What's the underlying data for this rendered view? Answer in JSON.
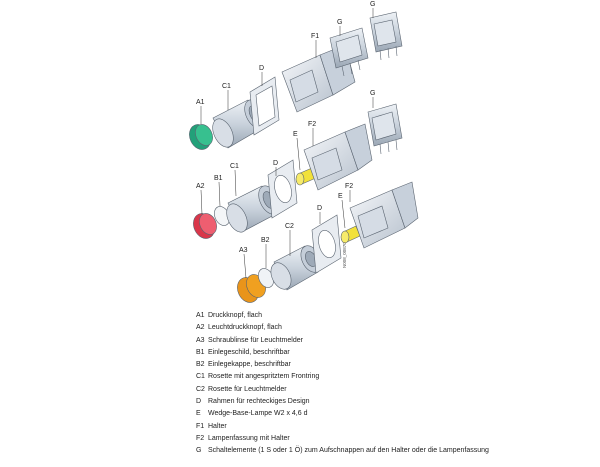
{
  "callouts": {
    "A1": "A1",
    "A2": "A2",
    "A3": "A3",
    "B1": "B1",
    "B2": "B2",
    "C1_top": "C1",
    "C1_mid": "C1",
    "C2": "C2",
    "D_top": "D",
    "D_mid": "D",
    "D_bot": "D",
    "E_mid": "E",
    "E_bot": "E",
    "F1": "F1",
    "F2_mid": "F2",
    "F2_bot": "F2",
    "G_top1": "G",
    "G_top2": "G",
    "G_mid": "G"
  },
  "vertical_code": "N008_00870",
  "colors": {
    "green_button": "#22a079",
    "red_button": "#d9364a",
    "orange_lens": "#f0a020",
    "lamp_yellow": "#f2e13a",
    "line_gray": "#5a6470"
  },
  "legend": [
    {
      "code": "A1",
      "text": "Druckknopf, flach"
    },
    {
      "code": "A2",
      "text": "Leuchtdruckknopf, flach"
    },
    {
      "code": "A3",
      "text": "Schraublinse für Leuchtmelder"
    },
    {
      "code": "B1",
      "text": "Einlegeschild, beschriftbar"
    },
    {
      "code": "B2",
      "text": "Einlegekappe, beschriftbar"
    },
    {
      "code": "C1",
      "text": "Rosette mit angespritztem Frontring"
    },
    {
      "code": "C2",
      "text": "Rosette für Leuchtmelder"
    },
    {
      "code": "D",
      "text": "Rahmen für rechteckiges Design"
    },
    {
      "code": "E",
      "text": "Wedge-Base-Lampe W2 x 4,6 d"
    },
    {
      "code": "F1",
      "text": "Halter"
    },
    {
      "code": "F2",
      "text": "Lampenfassung mit Halter"
    },
    {
      "code": "G",
      "text": "Schaltelemente (1 S oder 1 Ö) zum Aufschnappen auf den Halter oder die Lampenfassung"
    }
  ]
}
